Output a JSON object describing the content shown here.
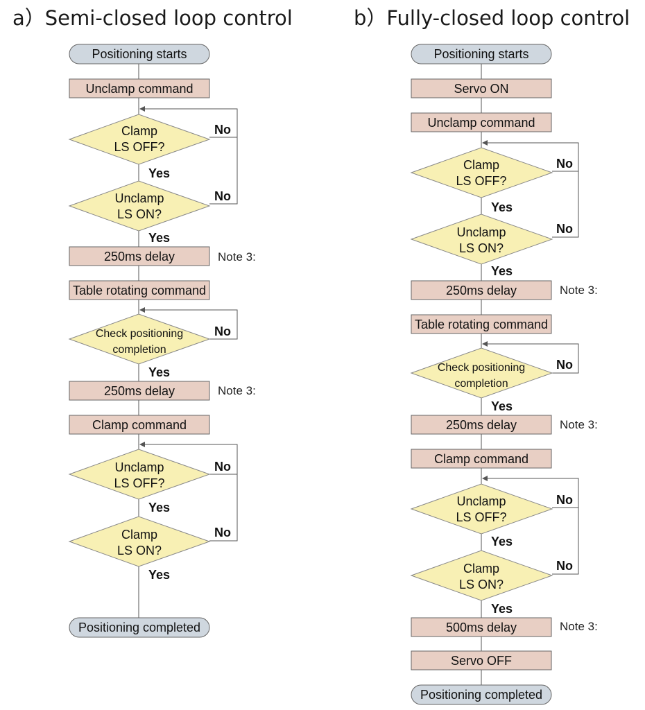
{
  "panels": {
    "a": {
      "title": "a）Semi-closed loop control",
      "positioning_starts": "Positioning starts",
      "unclamp_command": "Unclamp command",
      "d1_line1": "Clamp",
      "d1_line2": "LS OFF?",
      "d2_line1": "Unclamp",
      "d2_line2": "LS ON?",
      "delay1": "250ms delay",
      "table_rotating": "Table rotating command",
      "d3_line1": "Check positioning",
      "d3_line2": "completion",
      "delay2": "250ms delay",
      "clamp_command": "Clamp command",
      "d4_line1": "Unclamp",
      "d4_line2": "LS OFF?",
      "d5_line1": "Clamp",
      "d5_line2": "LS ON?",
      "positioning_completed": "Positioning completed"
    },
    "b": {
      "title": "b）Fully-closed loop control",
      "positioning_starts": "Positioning starts",
      "servo_on": "Servo ON",
      "unclamp_command": "Unclamp command",
      "d1_line1": "Clamp",
      "d1_line2": "LS OFF?",
      "d2_line1": "Unclamp",
      "d2_line2": "LS ON?",
      "delay1": "250ms delay",
      "table_rotating": "Table rotating command",
      "d3_line1": "Check positioning",
      "d3_line2": "completion",
      "delay2": "250ms delay",
      "clamp_command": "Clamp command",
      "d4_line1": "Unclamp",
      "d4_line2": "LS OFF?",
      "d5_line1": "Clamp",
      "d5_line2": "LS ON?",
      "delay3": "500ms delay",
      "servo_off": "Servo OFF",
      "positioning_completed": "Positioning completed"
    }
  },
  "labels": {
    "yes": "Yes",
    "no": "No",
    "note": "Note 3:"
  },
  "colors": {
    "process_fill": "#e8cfc4",
    "terminal_fill": "#cfd7df",
    "decision_fill": "#f8f0b4",
    "line": "#555555"
  }
}
